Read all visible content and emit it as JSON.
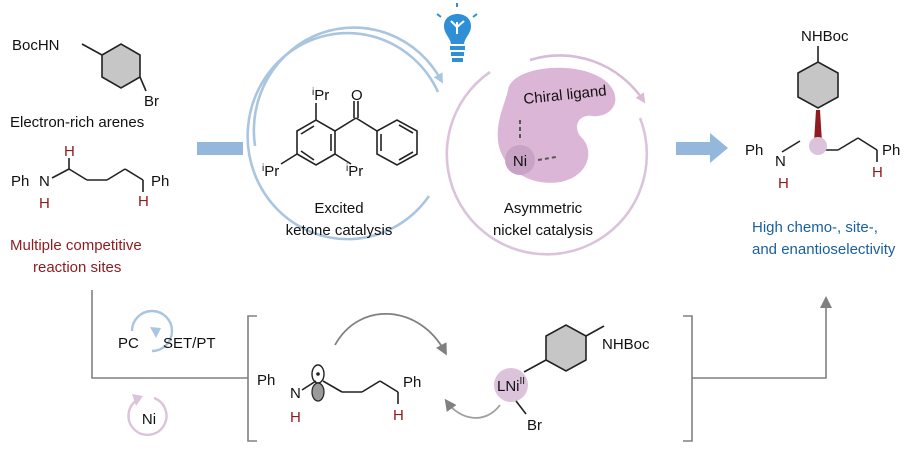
{
  "colors": {
    "blue_cycle": "#aac5e0",
    "purple_cycle": "#dcc3dc",
    "purple_fill": "#dcb6d6",
    "arrow_blue": "#94b8db",
    "dark_red": "#8e1b1f",
    "result_blue": "#1a5f9e",
    "gray": "#7f7f7f",
    "bulb": "#2f8fd6"
  },
  "icons": [
    "lightbulb-icon",
    "pc-cycle-icon",
    "ni-cycle-icon"
  ],
  "reactants": {
    "aryl_bromide": {
      "substituent": "BocHN",
      "halide": "Br",
      "caption": "Electron-rich arenes"
    },
    "amine": {
      "n_label": "N",
      "n_substituent": "Ph",
      "n_h": "H",
      "h1": "H",
      "h2": "H",
      "ph": "Ph",
      "caption_line1": "Multiple competitive",
      "caption_line2": "reaction sites"
    }
  },
  "catalysis": {
    "ketone": {
      "ipr_top": "Pr",
      "ipr_left": "Pr",
      "ipr_right": "Pr",
      "ipr_prefix": "i",
      "oxygen": "O",
      "caption_line1": "Excited",
      "caption_line2": "ketone catalysis"
    },
    "nickel": {
      "ligand": "Chiral ligand",
      "metal": "Ni",
      "caption_line1": "Asymmetric",
      "caption_line2": "nickel catalysis"
    }
  },
  "product": {
    "top": "NHBoc",
    "ph_left": "Ph",
    "n": "N",
    "n_h": "H",
    "ph_right": "Ph",
    "h": "H",
    "result_line1": "High chemo-, site-,",
    "result_line2": "and enantioselectivity"
  },
  "mechanism": {
    "pc": "PC",
    "set_pt": "SET/PT",
    "ni": "Ni",
    "radical": {
      "ph": "Ph",
      "n": "N",
      "h_n": "H",
      "ph_right": "Ph",
      "h": "H"
    },
    "complex": {
      "l": "LNi",
      "ox": "II",
      "nhboc": "NHBoc",
      "br": "Br"
    }
  }
}
